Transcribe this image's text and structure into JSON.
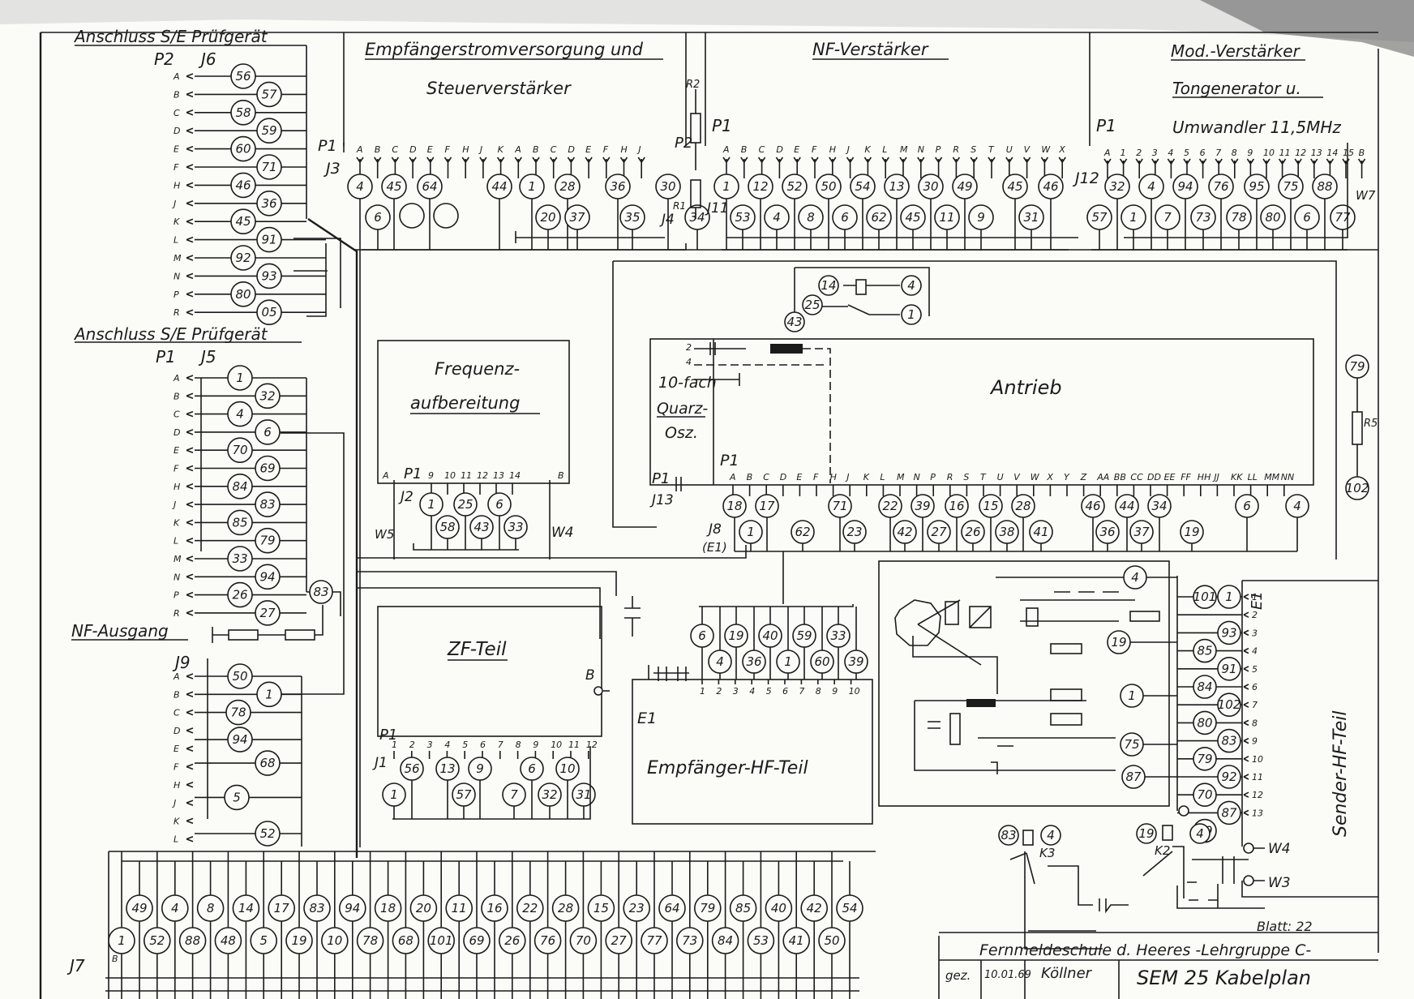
{
  "labels": {
    "conn1": "Anschluss S/E Prüfgerät",
    "conn2": "Anschluss S/E Prüfgerät",
    "p2": "P2",
    "j6": "J6",
    "p1": "P1",
    "j5": "J5",
    "psu1": "Empfängerstromversorgung und",
    "psu2": "Steuerverstärker",
    "nf": "NF-Verstärker",
    "mod1": "Mod.-Verstärker",
    "mod2": "Tongenerator u.",
    "mod3": "Umwandler 11,5MHz",
    "freq1": "Frequenz-",
    "freq2": "aufbereitung",
    "antrieb": "Antrieb",
    "quarz1": "10-fach",
    "quarz2": "Quarz-",
    "quarz3": "Osz.",
    "zf": "ZF-Teil",
    "empf_hf": "Empfänger-HF-Teil",
    "sender_hf": "Sender-HF-Teil",
    "nf_ausgang": "NF-Ausgang",
    "j9": "J9",
    "j7": "J7",
    "j1": "J1",
    "j2": "J2",
    "j3": "J3",
    "j4": "J4",
    "j8": "J8",
    "e1_j8": "(E1)",
    "j11": "J11",
    "j12": "J12",
    "j13": "J13",
    "p1_top": "P1",
    "p2_top": "P2",
    "p1_nf": "P1",
    "p1_mod": "P1",
    "p1_freq": "P1",
    "p1_quarz": "P1",
    "p1_antrieb": "P1",
    "p1_zf": "P1",
    "r1": "R1",
    "r2": "R2",
    "r5": "R5",
    "w3": "W3",
    "w4": "W4",
    "w5": "W5",
    "w4_freq": "W4",
    "w7": "W7",
    "e1_label": "E1",
    "e1_right": "E1",
    "k2": "K2",
    "k3": "K3",
    "b_zf": "B",
    "a_freq": "A",
    "b_freq": "B",
    "b_j7": "B",
    "blatt": "Blatt: 22",
    "school": "Fernmeldeschule d. Heeres -Lehrgruppe C-",
    "gez": "gez.",
    "date": "10.01.69",
    "signature": "Köllner",
    "title": "SEM 25 Kabelplan"
  },
  "j6": {
    "pins": [
      "A",
      "B",
      "C",
      "D",
      "E",
      "F",
      "H",
      "J",
      "K",
      "L",
      "M",
      "N",
      "P",
      "R"
    ],
    "wires": [
      "56",
      "57",
      "58",
      "59",
      "60",
      "71",
      "46",
      "36",
      "45",
      "91",
      "92",
      "93",
      "80",
      "05"
    ]
  },
  "j5": {
    "pins": [
      "A",
      "B",
      "C",
      "D",
      "E",
      "F",
      "H",
      "J",
      "K",
      "L",
      "M",
      "N",
      "P",
      "R"
    ],
    "wires": [
      "1",
      "32",
      "4",
      "6",
      "70",
      "69",
      "84",
      "83",
      "85",
      "79",
      "33",
      "94",
      "26",
      "27"
    ],
    "extra": "83"
  },
  "j9": {
    "pins": [
      "A",
      "B",
      "C",
      "D",
      "E",
      "F",
      "H",
      "J",
      "K",
      "L"
    ],
    "wires": [
      "50",
      "1",
      "78",
      "94",
      "68",
      "5",
      "52"
    ]
  },
  "j3": {
    "pins": [
      "A",
      "B",
      "C",
      "D",
      "E",
      "F",
      "H",
      "J",
      "K",
      "A",
      "B",
      "C",
      "D",
      "E",
      "F",
      "H",
      "J"
    ],
    "wires_top": [
      "4",
      "45",
      "64",
      "44",
      "1",
      "28",
      "36",
      "30"
    ],
    "wires_bot": [
      "6",
      "20",
      "37",
      "35",
      "34"
    ]
  },
  "j11": {
    "pins": [
      "A",
      "B",
      "C",
      "D",
      "E",
      "F",
      "H",
      "J",
      "K",
      "L",
      "M",
      "N",
      "P",
      "R",
      "S",
      "T",
      "U",
      "V",
      "W",
      "X"
    ],
    "wires_top": [
      "1",
      "12",
      "52",
      "50",
      "54",
      "13",
      "30",
      "49",
      "45",
      "46"
    ],
    "wires_bot": [
      "53",
      "4",
      "8",
      "6",
      "62",
      "45",
      "11",
      "9",
      "31"
    ]
  },
  "j12": {
    "pins": [
      "A",
      "1",
      "2",
      "3",
      "4",
      "5",
      "6",
      "7",
      "8",
      "9",
      "10",
      "11",
      "12",
      "13",
      "14",
      "15",
      "B"
    ],
    "wires_top": [
      "32",
      "4",
      "94",
      "76",
      "95",
      "75",
      "88"
    ],
    "wires_bot": [
      "57",
      "1",
      "7",
      "73",
      "78",
      "80",
      "6",
      "77"
    ]
  },
  "relay_top": {
    "wires": [
      "14",
      "4",
      "25",
      "1",
      "43"
    ]
  },
  "j2": {
    "pins": [
      "9",
      "10",
      "11",
      "12",
      "13",
      "14"
    ],
    "wires_top": [
      "1",
      "25",
      "6"
    ],
    "wires_bot": [
      "58",
      "43",
      "33"
    ]
  },
  "j8": {
    "pins": [
      "A",
      "B",
      "C",
      "D",
      "E",
      "F",
      "H",
      "J",
      "K",
      "L",
      "M",
      "N",
      "P",
      "R",
      "S",
      "T",
      "U",
      "V",
      "W",
      "X",
      "Y",
      "Z",
      "AA",
      "BB",
      "CC",
      "DD",
      "EE",
      "FF",
      "HH",
      "JJ",
      "KK",
      "LL",
      "MM",
      "NN"
    ],
    "wires_top": [
      "18",
      "17",
      "71",
      "22",
      "39",
      "16",
      "15",
      "28",
      "46",
      "44",
      "34",
      "6",
      "4"
    ],
    "wires_bot": [
      "1",
      "62",
      "23",
      "42",
      "27",
      "26",
      "38",
      "41",
      "36",
      "37",
      "19"
    ]
  },
  "r5_wires": [
    "79",
    "102"
  ],
  "j1": {
    "pins": [
      "1",
      "2",
      "3",
      "4",
      "5",
      "6",
      "7",
      "8",
      "9",
      "10",
      "11",
      "12"
    ],
    "wires_top": [
      "56",
      "13",
      "9",
      "6",
      "10"
    ],
    "wires_bot": [
      "1",
      "57",
      "7",
      "32",
      "31"
    ]
  },
  "empf_hf": {
    "pins": [
      "1",
      "2",
      "3",
      "4",
      "5",
      "6",
      "7",
      "8",
      "9",
      "10"
    ],
    "wires_top": [
      "6",
      "19",
      "40",
      "59",
      "33"
    ],
    "wires_bot": [
      "4",
      "36",
      "1",
      "60",
      "39"
    ]
  },
  "antrieb_box": {
    "wires": [
      "4",
      "19",
      "1",
      "75",
      "87"
    ]
  },
  "e1": {
    "pins": [
      "1",
      "2",
      "3",
      "4",
      "5",
      "6",
      "7",
      "8",
      "9",
      "10",
      "11",
      "12",
      "13"
    ],
    "wires_left": [
      "101",
      "85",
      "84",
      "80",
      "79",
      "70",
      "69"
    ],
    "wires_right": [
      "1",
      "93",
      "91",
      "102",
      "83",
      "92",
      "87"
    ]
  },
  "relays_bottom": {
    "wires": [
      "83",
      "4",
      "19",
      "4"
    ]
  },
  "j7": {
    "row1": [
      "49",
      "4",
      "8",
      "14",
      "17",
      "83",
      "94",
      "18",
      "20",
      "11",
      "16",
      "22",
      "28",
      "15",
      "23",
      "64",
      "79",
      "85",
      "40",
      "42",
      "54"
    ],
    "row2": [
      "1",
      "52",
      "88",
      "48",
      "5",
      "19",
      "10",
      "78",
      "68",
      "101",
      "69",
      "26",
      "76",
      "70",
      "27",
      "77",
      "73",
      "84",
      "53",
      "41",
      "50"
    ]
  }
}
